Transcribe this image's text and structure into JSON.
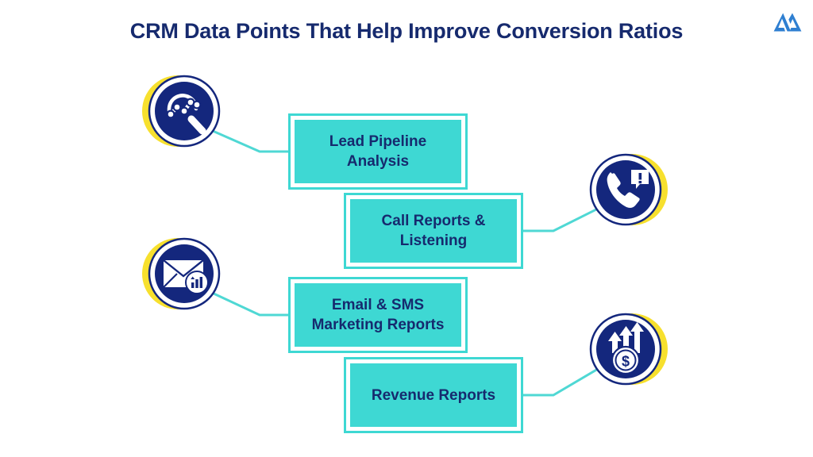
{
  "page": {
    "title": "CRM Data Points That Help Improve Conversion Ratios",
    "background_color": "#ffffff"
  },
  "colors": {
    "navy": "#162a6e",
    "navy_deep": "#14277d",
    "turquoise": "#3ed8d3",
    "yellow": "#f7e02e",
    "white": "#ffffff",
    "logo_blue": "#2f7fd1"
  },
  "brand": {
    "logo_name": "mountain-logo"
  },
  "nodes": [
    {
      "id": "lead-pipeline-analysis",
      "label": "Lead Pipeline\nAnalysis",
      "side": "left",
      "icon": "chart-magnifier-icon",
      "icon_label": "magnifying glass with line chart"
    },
    {
      "id": "call-reports-listening",
      "label": "Call Reports &\nListening",
      "side": "right",
      "icon": "phone-alert-icon",
      "icon_label": "phone handset with alert speech bubble"
    },
    {
      "id": "email-sms-marketing-reports",
      "label": "Email & SMS\nMarketing Reports",
      "side": "left",
      "icon": "envelope-chart-icon",
      "icon_label": "envelope with bar chart badge"
    },
    {
      "id": "revenue-reports",
      "label": "Revenue Reports",
      "side": "right",
      "icon": "money-growth-icon",
      "icon_label": "dollar coin with rising arrows"
    }
  ]
}
